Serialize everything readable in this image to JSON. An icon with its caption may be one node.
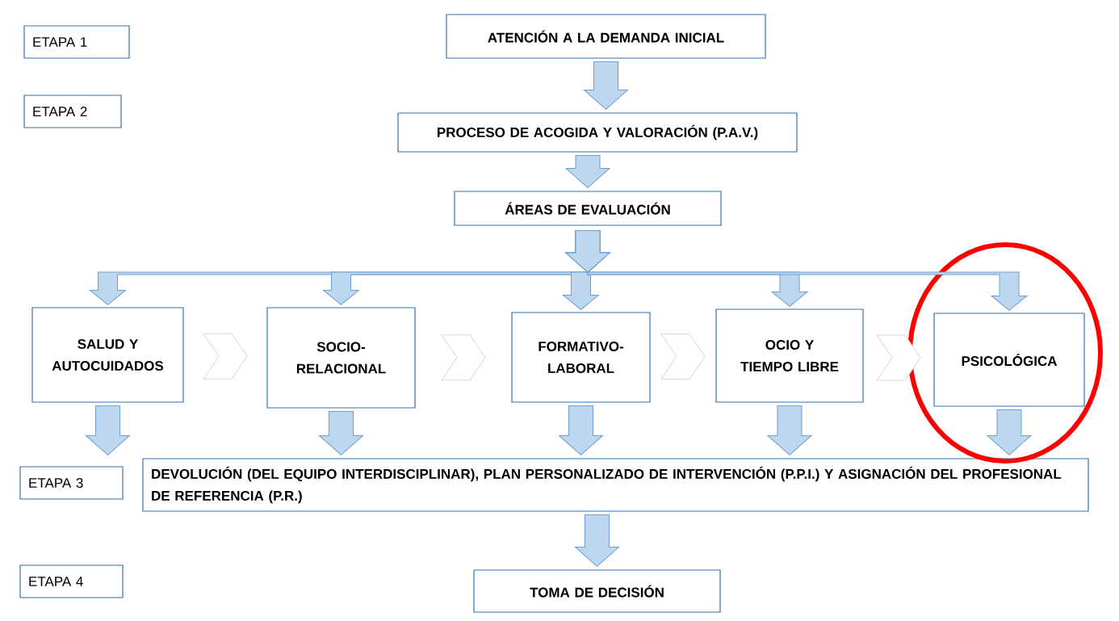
{
  "diagram": {
    "nodes": [
      {
        "text": [
          "ETAPA 1"
        ]
      },
      {
        "text": [
          "ETAPA 2"
        ]
      },
      {
        "text": [
          "ETAPA 3"
        ]
      },
      {
        "text": [
          "ETAPA 4"
        ]
      },
      {
        "text": [
          "ATENCIÓN A LA DEMANDA INICIAL"
        ]
      },
      {
        "text": [
          "PROCESO DE ACOGIDA Y VALORACIÓN (P.A.V.)"
        ]
      },
      {
        "text": [
          "ÁREAS DE EVALUACIÓN"
        ]
      },
      {
        "text": [
          "SALUD Y AUTOCUIDADOS"
        ]
      },
      {
        "text": [
          "SOCIO- RELACIONAL"
        ]
      },
      {
        "text": [
          "FORMATIVO- LABORAL"
        ]
      },
      {
        "text": [
          "OCIO Y TIEMPO LIBRE"
        ]
      },
      {
        "text": [
          "PSICOLÓGICA"
        ]
      },
      {
        "text": [
          "DEVOLUCIÓN (DEL EQUIPO INTERDISCIPLINAR), PLAN PERSONALIZADO DE INTERVENCIÓN (P.P.I.) Y ASIGNACIÓN DEL PROFESIONAL DE REFERENCIA (P.R.)"
        ]
      },
      {
        "text": [
          "TOMA DE DECISIÓN"
        ]
      }
    ],
    "edges": [
      {
        "from": 4,
        "to": 5,
        "arrow": "to"
      },
      {
        "from": 5,
        "to": 6,
        "arrow": "to"
      },
      {
        "from": 6,
        "to": 7,
        "arrow": "to"
      },
      {
        "from": 6,
        "to": 8,
        "arrow": "to"
      },
      {
        "from": 6,
        "to": 9,
        "arrow": "to"
      },
      {
        "from": 6,
        "to": 10,
        "arrow": "to"
      },
      {
        "from": 6,
        "to": 11,
        "arrow": "to"
      },
      {
        "from": 7,
        "to": 12,
        "arrow": "to"
      },
      {
        "from": 8,
        "to": 12,
        "arrow": "to"
      },
      {
        "from": 9,
        "to": 12,
        "arrow": "to"
      },
      {
        "from": 10,
        "to": 12,
        "arrow": "to"
      },
      {
        "from": 11,
        "to": 12,
        "arrow": "to"
      },
      {
        "from": 12,
        "to": 13,
        "arrow": "to"
      },
      {
        "from": 7,
        "to": 8,
        "arrow": "to",
        "color": "#d9d9d9"
      },
      {
        "from": 8,
        "to": 9,
        "arrow": "to",
        "color": "#d9d9d9"
      },
      {
        "from": 9,
        "to": 10,
        "arrow": "to",
        "color": "#d9d9d9"
      },
      {
        "from": 10,
        "to": 11,
        "arrow": "to",
        "color": "#d9d9d9"
      }
    ]
  }
}
